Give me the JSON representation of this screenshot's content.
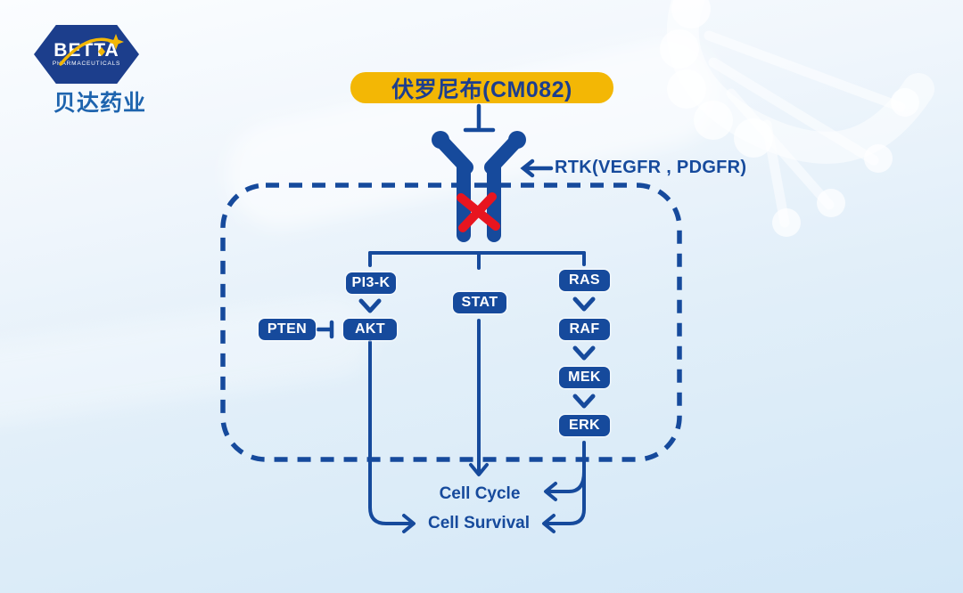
{
  "logo": {
    "brand": "BETTA",
    "sub": "PHARMACEUTICALS",
    "cn": "贝达药业"
  },
  "banner": {
    "label": "伏罗尼布(CM082)"
  },
  "receptor": {
    "label": "RTK(VEGFR , PDGFR)",
    "inhibited": true
  },
  "pathway": {
    "nodes": [
      {
        "id": "pi3k",
        "label": "PI3-K"
      },
      {
        "id": "akt",
        "label": "AKT"
      },
      {
        "id": "pten",
        "label": "PTEN"
      },
      {
        "id": "stat",
        "label": "STAT"
      },
      {
        "id": "ras",
        "label": "RAS"
      },
      {
        "id": "raf",
        "label": "RAF"
      },
      {
        "id": "mek",
        "label": "MEK"
      },
      {
        "id": "erk",
        "label": "ERK"
      }
    ],
    "edges": [
      "RTK->PI3-K",
      "RTK->STAT",
      "RTK->RAS",
      "PI3-K->AKT",
      "PTEN-|AKT",
      "RAS->RAF",
      "RAF->MEK",
      "MEK->ERK",
      "AKT->Cell Survival",
      "STAT->Cell Cycle",
      "ERK->Cell Cycle",
      "ERK->Cell Survival",
      "伏罗尼布(CM082)-|RTK"
    ],
    "outcomes": [
      {
        "label": "Cell Cycle"
      },
      {
        "label": "Cell Survival"
      }
    ]
  },
  "colors": {
    "navy": "#164a9c",
    "banner_yellow": "#f3b705",
    "inhibit_red": "#e8151f",
    "logo_navy": "#1c3e8c",
    "logo_blue": "#1e64ae",
    "background_blue": "#d2e7f7"
  }
}
